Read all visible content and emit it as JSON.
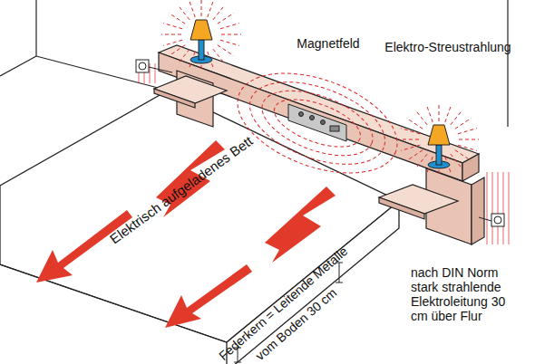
{
  "diagram": {
    "labels": [
      "Magnetfeld",
      "Elektro-Streustrahlung",
      "Elektrisch aufgeladenes Bett",
      "Federkern = Leitende Metalle",
      "vom Boden 30 cm",
      "nach DIN Norm stark strahlende Elektroleitung 30 cm über Flur"
    ]
  }
}
